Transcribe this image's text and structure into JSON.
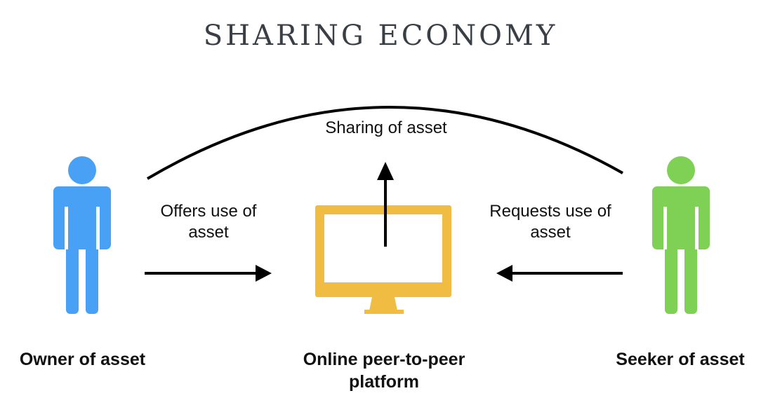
{
  "title": "SHARING ECONOMY",
  "labels": {
    "sharing": "Sharing of asset",
    "offers_line1": "Offers use of",
    "offers_line2": "asset",
    "requests_line1": "Requests use of",
    "requests_line2": "asset",
    "owner": "Owner of asset",
    "platform_line1": "Online peer-to-peer",
    "platform_line2": "platform",
    "seeker": "Seeker of asset"
  },
  "colors": {
    "owner": "#48a1f5",
    "seeker": "#7ed155",
    "platform": "#f0bd42",
    "arrows": "#000000",
    "title": "#3a3f45"
  },
  "icons": {
    "owner": "person-icon",
    "seeker": "person-icon",
    "platform": "monitor-icon"
  }
}
